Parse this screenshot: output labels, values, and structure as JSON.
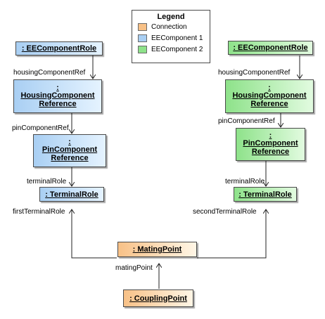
{
  "legend": {
    "title": "Legend",
    "items": [
      {
        "label": "Connection",
        "color": "#f8c187"
      },
      {
        "label": "EEComponent 1",
        "color": "#a9cff3"
      },
      {
        "label": "EEComponent 2",
        "color": "#8ee28a"
      }
    ]
  },
  "left": {
    "ee_component_role": ": EEComponentRole",
    "housing_ref_colon": ":",
    "housing_ref_line1": "HousingComponent",
    "housing_ref_line2": "Reference",
    "pin_ref_colon": ":",
    "pin_ref_line1": "PinComponent",
    "pin_ref_line2": "Reference",
    "terminal_role": ": TerminalRole",
    "housing_label": "housingComponentRef",
    "pin_label": "pinComponentRef",
    "terminal_label": "terminalRole",
    "first_terminal_label": "firstTerminalRole"
  },
  "right": {
    "ee_component_role": ": EEComponentRole",
    "housing_ref_colon": ":",
    "housing_ref_line1": "HousingComponent",
    "housing_ref_line2": "Reference",
    "pin_ref_colon": ":",
    "pin_ref_line1": "PinComponent",
    "pin_ref_line2": "Reference",
    "terminal_role": ": TerminalRole",
    "housing_label": "housingComponentRef",
    "pin_label": "pinComponentRef",
    "terminal_label": "terminalRole",
    "second_terminal_label": "secondTerminalRole"
  },
  "center": {
    "mating_point": ": MatingPoint",
    "coupling_point": ": CouplingPoint",
    "mating_label": "matingPoint"
  }
}
